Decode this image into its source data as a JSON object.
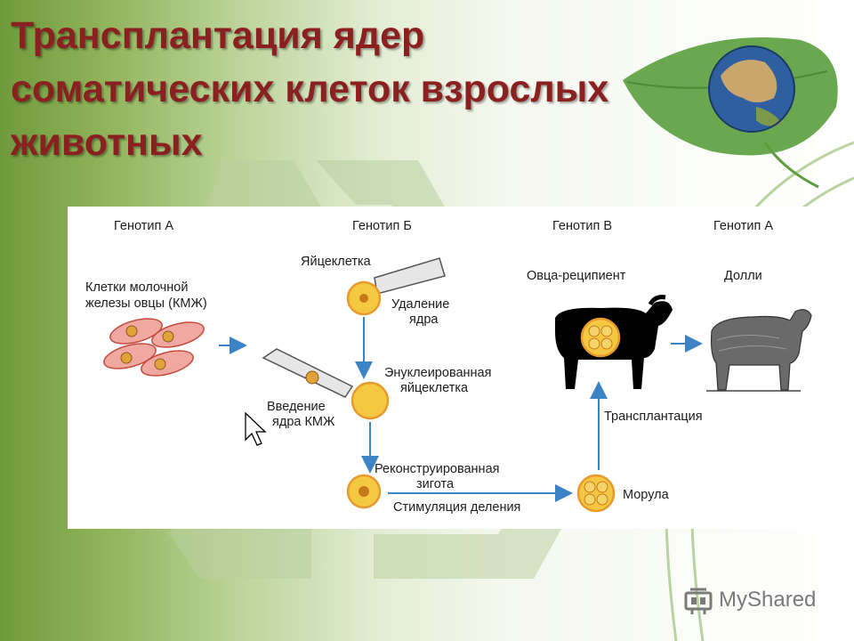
{
  "slide": {
    "title": "Трансплантация ядер соматических клеток взрослых животных"
  },
  "diagram": {
    "genotypes": {
      "a1": "Генотип А",
      "b": "Генотип Б",
      "v": "Генотип В",
      "a2": "Генотип А"
    },
    "labels": {
      "cells_line1": "Клетки молочной",
      "cells_line2": "железы овцы (КМЖ)",
      "egg": "Яйцеклетка",
      "removal_line1": "Удаление",
      "removal_line2": "ядра",
      "enucleated_line1": "Энуклеированная",
      "enucleated_line2": "яйцеклетка",
      "insertion_line1": "Введение",
      "insertion_line2": "ядра КМЖ",
      "reconstructed_line1": "Реконструированная",
      "reconstructed_line2": "зигота",
      "stimulation": "Стимуляция деления",
      "morula": "Морула",
      "transplantation": "Трансплантация",
      "recipient": "Овца-реципиент",
      "dolly": "Долли"
    }
  },
  "logo": {
    "text": "MyShared"
  },
  "colors": {
    "title": "#8b2020",
    "arrow": "#3b83c4",
    "cell_fill": "#f0a8a0",
    "egg_fill": "#f5c842",
    "egg_ring": "#e89a2c"
  },
  "icons": [
    "earth-leaf-icon",
    "recycle-watermark-icon",
    "mouse-cursor-icon",
    "myshared-logo-icon"
  ]
}
